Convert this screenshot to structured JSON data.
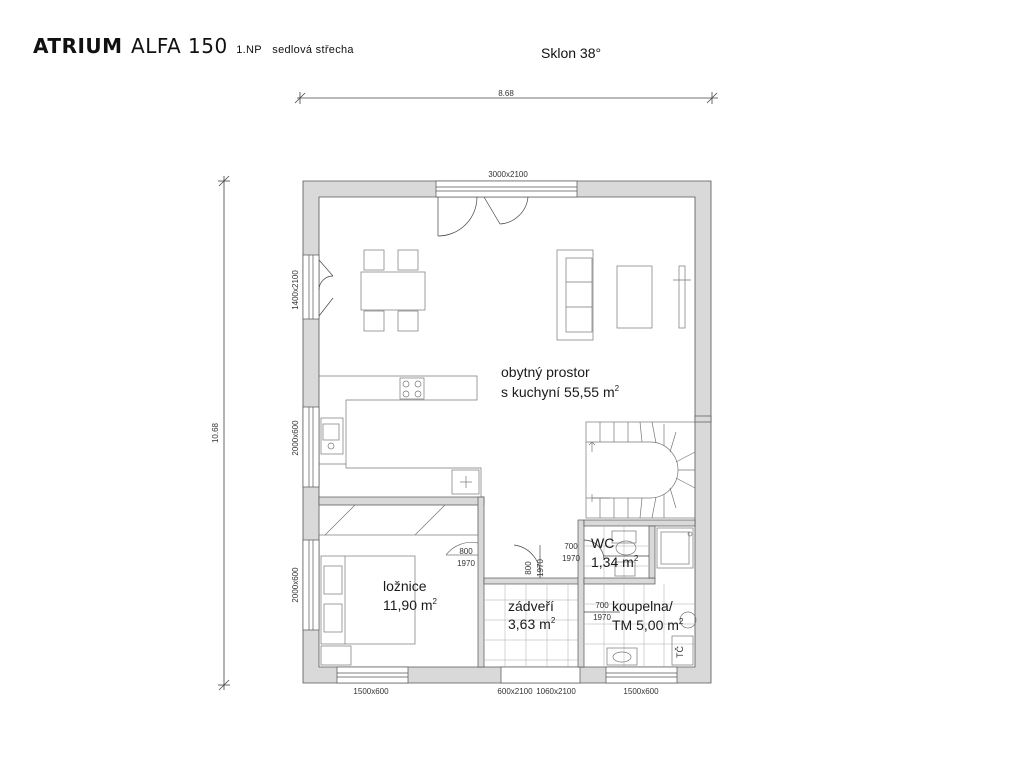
{
  "header": {
    "brand": "ATRIUM",
    "model": "ALFA 150",
    "floor": "1.NP",
    "roof": "sedlová střecha",
    "slope": "Sklon 38°"
  },
  "dimensions": {
    "width": "8.68",
    "height": "10.68"
  },
  "windows": {
    "top": "3000x2100",
    "left_upper": "1400x2100",
    "left_middle": "2000x600",
    "left_lower": "2000x600",
    "bottom_left": "1500x600",
    "bottom_mid_a": "600x2100",
    "bottom_mid_b": "1060x2100",
    "bottom_right": "1500x600"
  },
  "doors": {
    "bedroom_w": "800",
    "bedroom_h": "1970",
    "hall_w": "800",
    "hall_h": "1970",
    "wc_w": "700",
    "wc_h": "1970",
    "bath_w": "700",
    "bath_h": "1970"
  },
  "rooms": {
    "living_line1": "obytný prostor",
    "living_line2": "s kuchyní 55,55 m",
    "bedroom_name": "ložnice",
    "bedroom_area": "11,90 m",
    "hall_name": "zádveří",
    "hall_area": "3,63 m",
    "wc_name": "WC",
    "wc_area": "1,34 m",
    "bath_line1": "koupelna/",
    "bath_line2": "TM 5,00 m",
    "sup": "2",
    "tc": "TČ"
  }
}
